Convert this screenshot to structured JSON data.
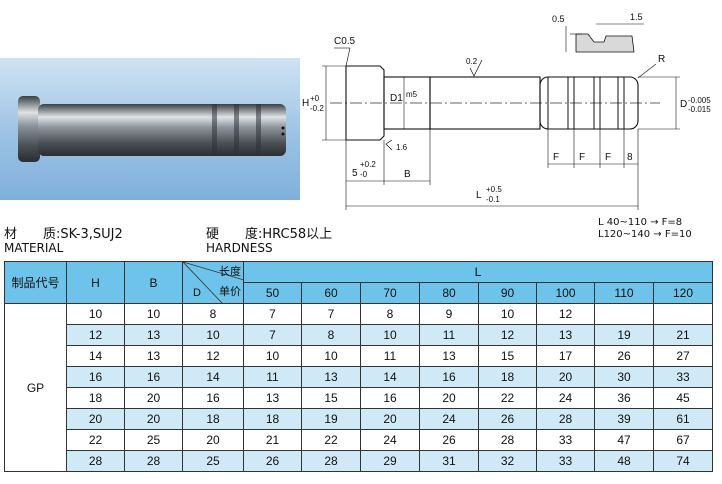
{
  "drawing": {
    "chamfer": "C0.5",
    "h_label": "H",
    "h_tol_upper": "+0",
    "h_tol_lower": "-0.2",
    "d1_label": "D1",
    "d1_fit": "m5",
    "roughness_1": "0.2",
    "roughness_2": "1.6",
    "radius": "R",
    "d_label": "D",
    "d_tol_upper": "-0.005",
    "d_tol_lower": "-0.015",
    "dim_5": "5",
    "dim_5_upper": "+0.2",
    "dim_5_lower": "-0",
    "dim_b": "B",
    "dim_f": "F",
    "dim_8": "8",
    "dim_l": "L",
    "dim_l_upper": "+0.5",
    "dim_l_lower": "-0.1",
    "detail_05": "0.5",
    "detail_15": "1.5",
    "rule_line1": "L 40~110 → F=8",
    "rule_line2": "L120~140 → F=10"
  },
  "info": {
    "material_cn": "材　　质:SK-3,SUJ2",
    "material_en": "MATERIAL",
    "hardness_cn": "硬　　度:HRC58以上",
    "hardness_en": "HARDNESS"
  },
  "table": {
    "col_code": "制品代号",
    "col_h": "H",
    "col_b": "B",
    "diag_length": "长度",
    "diag_price": "单价",
    "diag_d": "D",
    "group_l": "L",
    "lengths": [
      "50",
      "60",
      "70",
      "80",
      "90",
      "100",
      "110",
      "120"
    ],
    "code": "GP",
    "rows": [
      {
        "h": "10",
        "b": "10",
        "d": "8",
        "p": [
          "7",
          "7",
          "8",
          "9",
          "10",
          "12",
          "",
          ""
        ]
      },
      {
        "h": "12",
        "b": "13",
        "d": "10",
        "p": [
          "7",
          "8",
          "10",
          "11",
          "12",
          "13",
          "19",
          "21"
        ]
      },
      {
        "h": "14",
        "b": "13",
        "d": "12",
        "p": [
          "10",
          "10",
          "11",
          "13",
          "15",
          "17",
          "26",
          "27"
        ]
      },
      {
        "h": "16",
        "b": "16",
        "d": "14",
        "p": [
          "11",
          "13",
          "14",
          "16",
          "18",
          "20",
          "30",
          "33"
        ]
      },
      {
        "h": "18",
        "b": "20",
        "d": "16",
        "p": [
          "13",
          "15",
          "16",
          "20",
          "22",
          "24",
          "36",
          "45"
        ]
      },
      {
        "h": "20",
        "b": "20",
        "d": "18",
        "p": [
          "18",
          "19",
          "20",
          "24",
          "26",
          "28",
          "39",
          "61"
        ]
      },
      {
        "h": "22",
        "b": "25",
        "d": "20",
        "p": [
          "21",
          "22",
          "24",
          "26",
          "28",
          "33",
          "47",
          "67"
        ]
      },
      {
        "h": "28",
        "b": "28",
        "d": "25",
        "p": [
          "26",
          "28",
          "29",
          "31",
          "32",
          "33",
          "48",
          "74"
        ]
      }
    ]
  }
}
